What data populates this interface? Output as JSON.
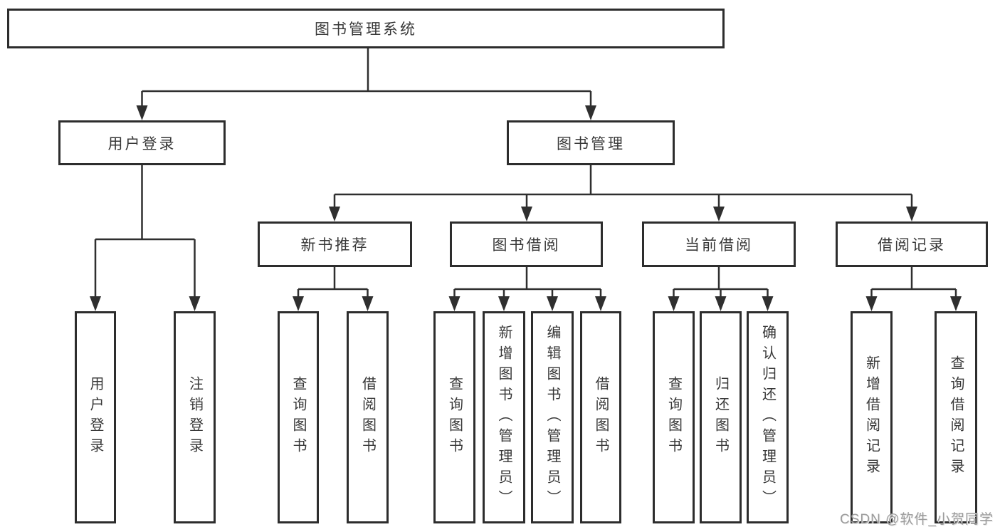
{
  "tree": {
    "root": "图书管理系统",
    "branches": [
      {
        "label": "用户登录",
        "children": [
          {
            "label": "用户登录"
          },
          {
            "label": "注销登录"
          }
        ]
      },
      {
        "label": "图书管理",
        "children": [
          {
            "label": "新书推荐",
            "children": [
              {
                "label": "查询图书"
              },
              {
                "label": "借阅图书"
              }
            ]
          },
          {
            "label": "图书借阅",
            "children": [
              {
                "label": "查询图书"
              },
              {
                "label": "新增图书（管理员）"
              },
              {
                "label": "编辑图书（管理员）"
              },
              {
                "label": "借阅图书"
              }
            ]
          },
          {
            "label": "当前借阅",
            "children": [
              {
                "label": "查询图书"
              },
              {
                "label": "归还图书"
              },
              {
                "label": "确认归还（管理员）"
              }
            ]
          },
          {
            "label": "借阅记录",
            "children": [
              {
                "label": "新增借阅记录"
              },
              {
                "label": "查询借阅记录"
              }
            ]
          }
        ]
      }
    ]
  },
  "watermark": {
    "text": "CSDN @软件_小贺同学"
  },
  "colors": {
    "line": "#2f2f2f",
    "border": "#2d2d2d",
    "text": "#383838",
    "watermark": "#9b9b9b",
    "background": "#ffffff"
  }
}
